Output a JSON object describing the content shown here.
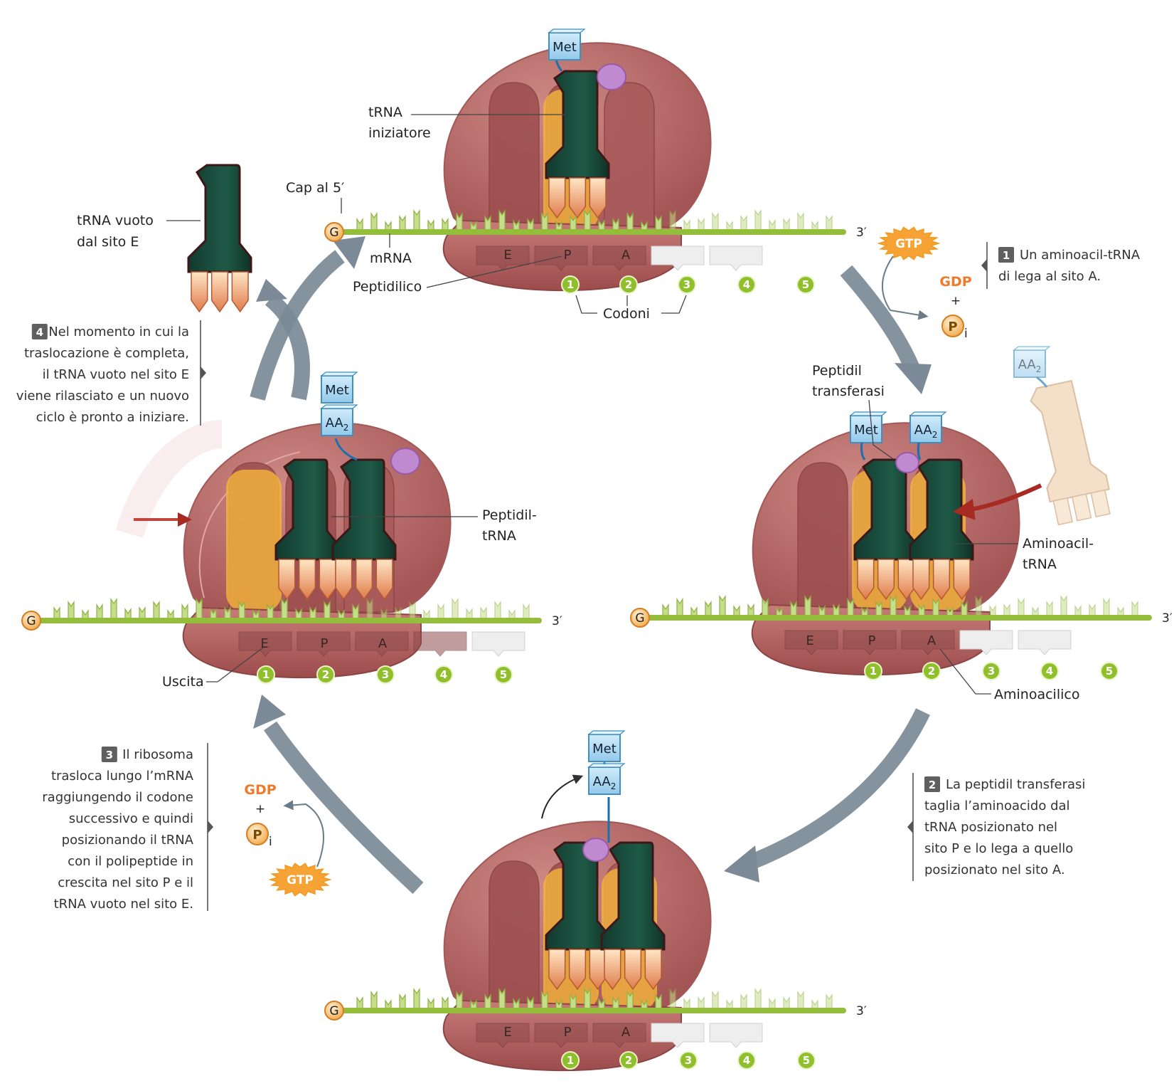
{
  "sites": {
    "E": "E",
    "P": "P",
    "A": "A"
  },
  "codon_numbers": [
    "1",
    "2",
    "3",
    "4",
    "5"
  ],
  "mrna_end_3": "3′",
  "cap_letter": "G",
  "box_met": "Met",
  "box_aa2_base": "AA",
  "box_aa2_sub": "2",
  "labels": {
    "trna_iniziatore_1": "tRNA",
    "trna_iniziatore_2": "iniziatore",
    "cap_5": "Cap al 5′",
    "mrna": "mRNA",
    "peptidilico": "Peptidilico",
    "codoni": "Codoni",
    "trna_vuoto_1": "tRNA vuoto",
    "trna_vuoto_2": "dal sito E",
    "peptidil_transferasi_1": "Peptidil",
    "peptidil_transferasi_2": "transferasi",
    "aminoacil_trna_1": "Aminoacil-",
    "aminoacil_trna_2": "tRNA",
    "aminoacilico": "Aminoacilico",
    "peptidil_trna_1": "Peptidil-",
    "peptidil_trna_2": "tRNA",
    "uscita": "Uscita"
  },
  "energy": {
    "gtp": "GTP",
    "gdp": "GDP",
    "plus": "+",
    "p": "P",
    "i": "i"
  },
  "steps": {
    "s1": {
      "num": "1",
      "lines": [
        "Un aminoacil-tRNA",
        "di lega al sito A."
      ]
    },
    "s2": {
      "num": "2",
      "lines": [
        "La peptidil transferasi",
        "taglia l’aminoacido dal",
        "tRNA posizionato nel",
        "sito P e lo lega a quello",
        "posizionato nel sito A."
      ]
    },
    "s3": {
      "num": "3",
      "lines": [
        "Il ribosoma",
        "trasloca lungo l’mRNA",
        "raggiungendo il codone",
        "successivo e quindi",
        "posizionando il tRNA",
        "con il polipeptide in",
        "crescita nel sito P e il",
        "tRNA vuoto nel sito E."
      ]
    },
    "s4": {
      "num": "4",
      "lines": [
        "Nel momento in cui la",
        "traslocazione è completa,",
        "il tRNA vuoto nel sito E",
        "viene rilasciato e un nuovo",
        "ciclo è pronto a iniziare."
      ]
    }
  },
  "colors": {
    "ribosome": "#b66a6a",
    "ribosome_dark": "#8e4646",
    "trna": "#1d4a3c",
    "mrna": "#93bd3b",
    "codon_badge": "#8fbf2a",
    "arrow_gray": "#7b8a96",
    "gtp": "#f7a234",
    "gdp": "#f07a2c",
    "box_fill": "#a8d4ee",
    "box_stroke": "#3f8fbf"
  }
}
